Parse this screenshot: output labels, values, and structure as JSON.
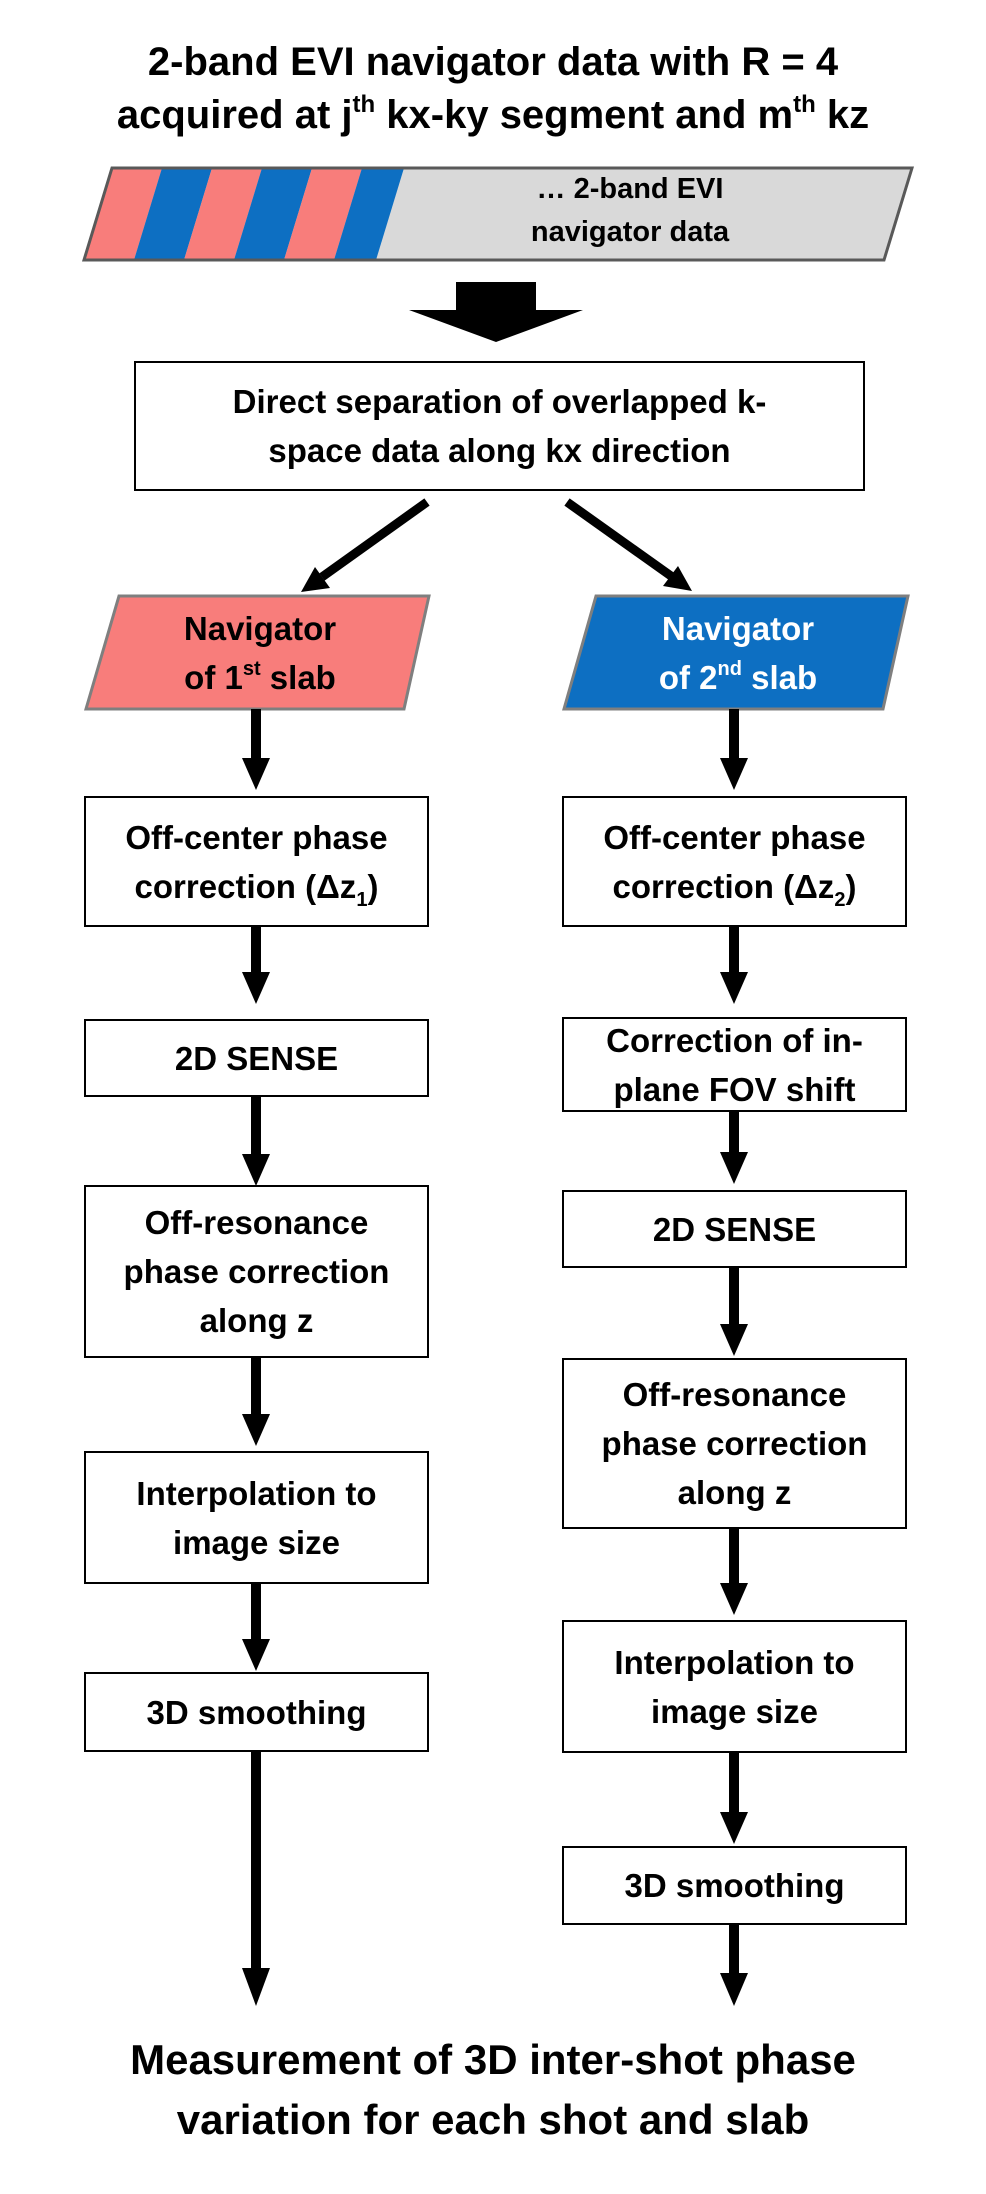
{
  "header": {
    "line1": "2-band EVI navigator data with R = 4",
    "line2_a": "acquired at j",
    "line2_sup1": "th",
    "line2_b": " kx-ky segment and m",
    "line2_sup2": "th",
    "line2_c": " kz"
  },
  "navigator_data": {
    "label_line1": "… 2-band EVI",
    "label_line2": "navigator data"
  },
  "separation_box": {
    "line1": "Direct separation of overlapped  k-",
    "line2": "space data along kx direction"
  },
  "left_branch": {
    "nav_line1": "Navigator",
    "nav_prefix": "of 1",
    "nav_sup": "st",
    "nav_suffix": " slab",
    "offcenter_line1": "Off-center phase",
    "offcenter_line2_prefix": "correction (Δz",
    "offcenter_sub": "1",
    "offcenter_line2_suffix": ")",
    "sense": "2D SENSE",
    "offres_line1": "Off-resonance",
    "offres_line2": "phase correction",
    "offres_line3": "along z",
    "interp_line1": "Interpolation to",
    "interp_line2": "image size",
    "smoothing": "3D smoothing"
  },
  "right_branch": {
    "nav_line1": "Navigator",
    "nav_prefix": "of 2",
    "nav_sup": "nd",
    "nav_suffix": " slab",
    "offcenter_line1": "Off-center phase",
    "offcenter_line2_prefix": "correction (Δz",
    "offcenter_sub": "2",
    "offcenter_line2_suffix": ")",
    "fov_line1": "Correction of in-",
    "fov_line2": "plane FOV shift",
    "sense": "2D SENSE",
    "offres_line1": "Off-resonance",
    "offres_line2": "phase correction",
    "offres_line3": "along z",
    "interp_line1": "Interpolation to",
    "interp_line2": "image size",
    "smoothing": "3D smoothing"
  },
  "footer": {
    "line1": "Measurement of 3D inter-shot phase",
    "line2": "variation for each shot and slab"
  },
  "colors": {
    "slab1": "#f87d7b",
    "slab2": "#0d6fc2",
    "navigator_fill": "#d9d9d9",
    "outline": "#595959",
    "ink": "#000000"
  }
}
